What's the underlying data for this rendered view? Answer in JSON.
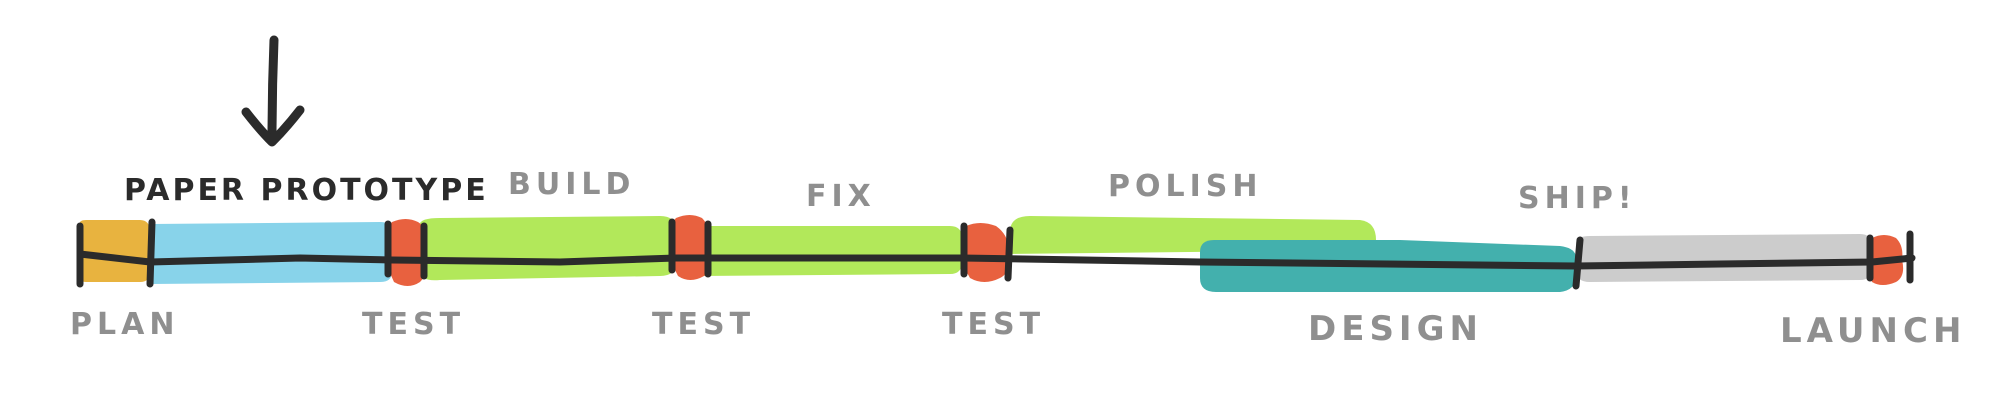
{
  "labels": {
    "paper_prototype": "PAPER PROTOTYPE",
    "build": "BUILD",
    "fix": "FIX",
    "polish": "POLISH",
    "ship": "SHIP!",
    "plan": "PLAN",
    "test_1": "TEST",
    "test_2": "TEST",
    "test_3": "TEST",
    "design": "DESIGN",
    "launch": "LAUNCH"
  },
  "colors": {
    "plan": "#e8b33f",
    "prototype": "#88d3ea",
    "test": "#e8613f",
    "build": "#b2e85a",
    "design": "#43b0ad",
    "ship": "#cccccc",
    "line": "#2b2b2b",
    "label_grey": "#8f8f8f"
  },
  "current_marker": "down-arrow-icon"
}
